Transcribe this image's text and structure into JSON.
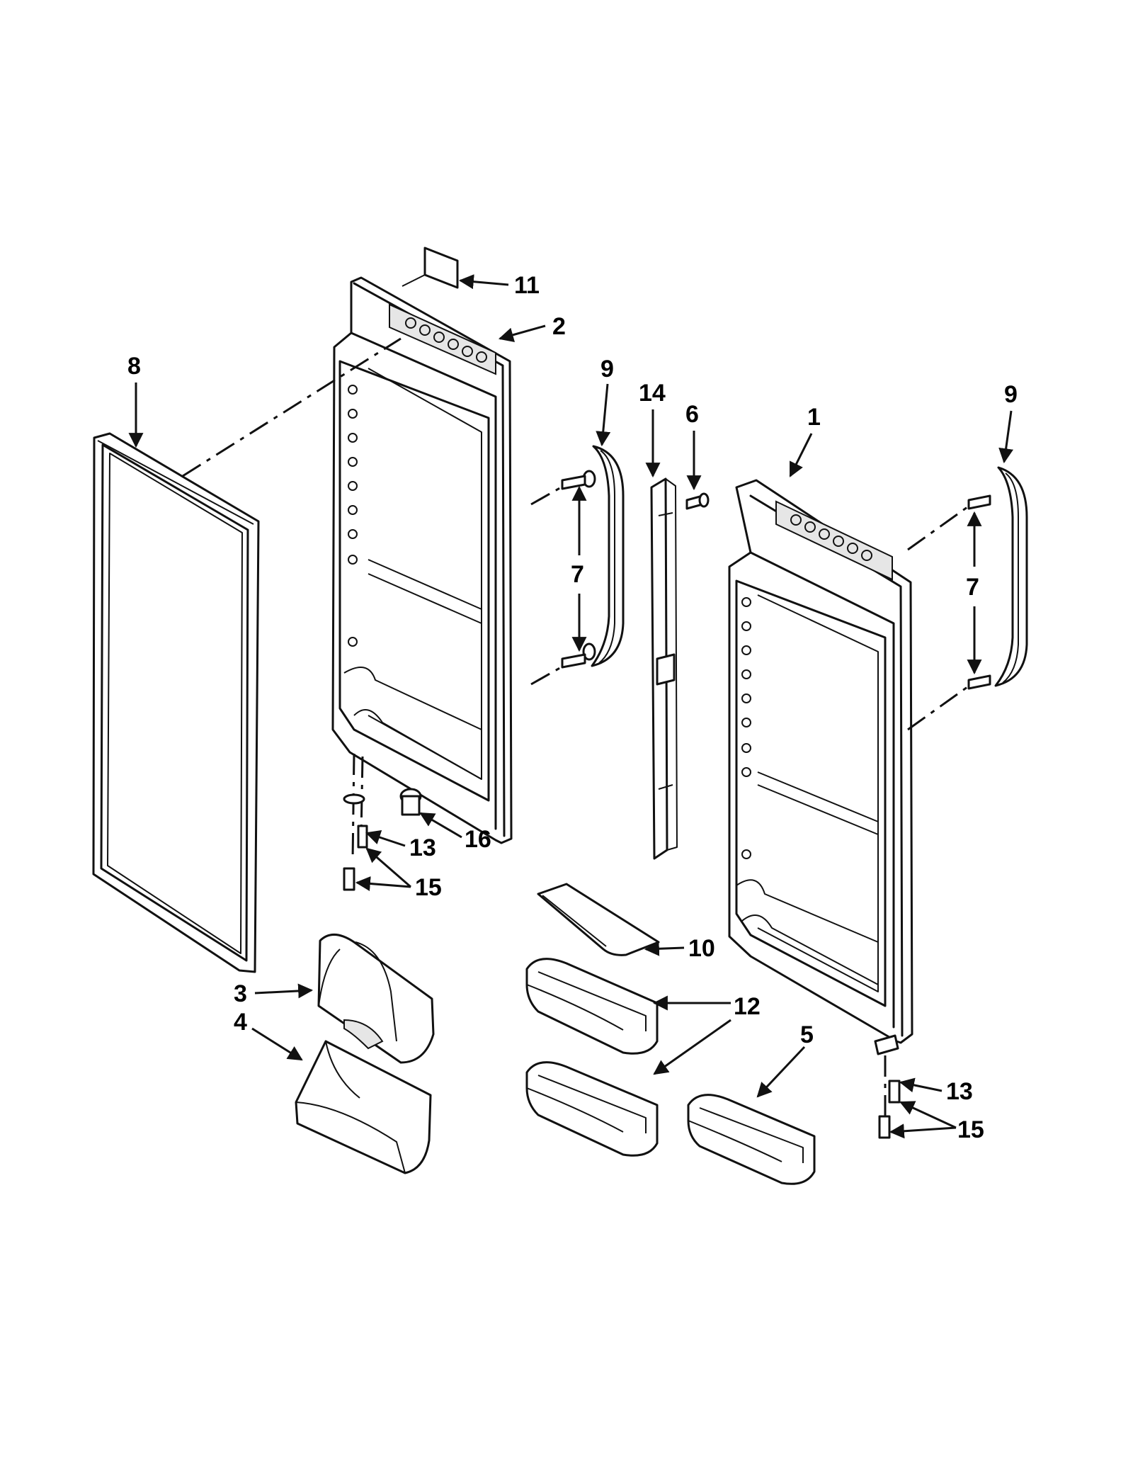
{
  "callouts": {
    "c1": "1",
    "c2": "2",
    "c3": "3",
    "c4": "4",
    "c5": "5",
    "c6": "6",
    "c7a": "7",
    "c7b": "7",
    "c8": "8",
    "c9a": "9",
    "c9b": "9",
    "c10": "10",
    "c11": "11",
    "c12": "12",
    "c13a": "13",
    "c13b": "13",
    "c14": "14",
    "c15a": "15",
    "c15b": "15",
    "c16": "16"
  }
}
